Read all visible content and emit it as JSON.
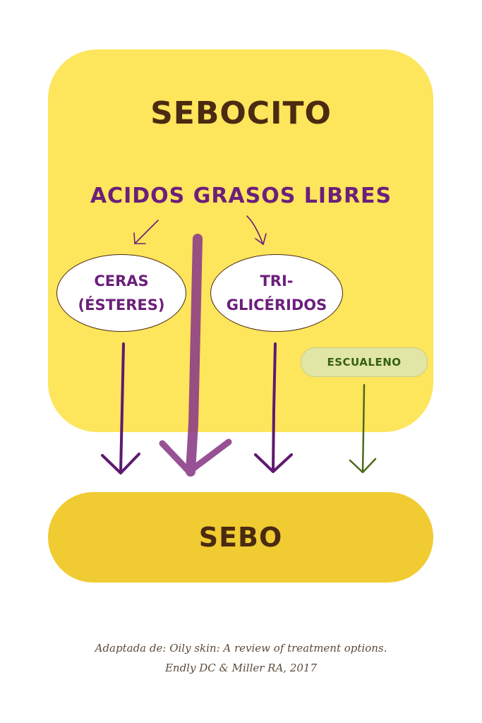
{
  "diagram": {
    "cell_title": "SEBOCITO",
    "fatty_acids": "ACIDOS GRASOS LIBRES",
    "ceras": {
      "line1": "CERAS",
      "line2": "(ÉSTERES)"
    },
    "trigliceridos": {
      "line1": "TRI-",
      "line2": "GLICÉRIDOS"
    },
    "escualeno": "ESCUALENO",
    "sebo": "SEBO",
    "colors": {
      "cell": "#fde55c",
      "sebo": "#f0cb31",
      "title": "#4a2a10",
      "purple": "#6b1f7a",
      "green_text": "#356014",
      "green_arrow": "#4a6a1a",
      "escualeno_fill": "#e2e6a4"
    }
  },
  "citation": {
    "line1": "Adaptada de: Oily skin: A review of treatment options.",
    "line2": "Endly DC & Miller RA, 2017"
  }
}
